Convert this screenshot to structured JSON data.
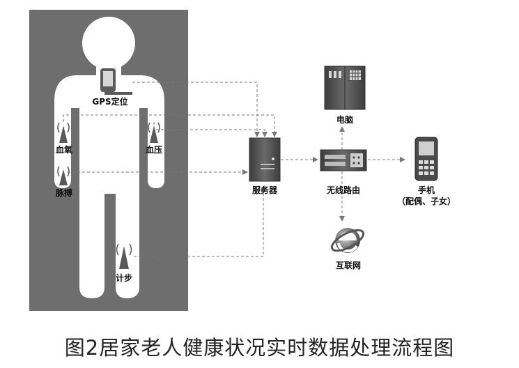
{
  "labels": {
    "gps": "GPS定位",
    "blood_oxygen": "血氧",
    "blood_pressure": "血压",
    "pulse": "脉搏",
    "steps": "计步",
    "server": "服务器",
    "computer": "电脑",
    "router": "无线路由",
    "phone": "手机",
    "phone_sub": "（配偶、子女）",
    "internet": "互联网"
  },
  "caption": "图2居家老人健康状况实时数据处理流程图",
  "colors": {
    "panel": "#6e6e6e",
    "figure": "#ffffff",
    "device": "#5a5a5a",
    "line": "#777777"
  }
}
